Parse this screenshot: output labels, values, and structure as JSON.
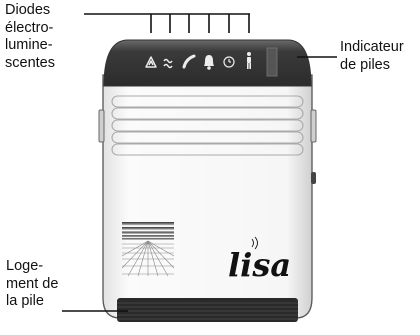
{
  "labels": {
    "diodes": "Diodes\nélectro-\nlumine-\nscentes",
    "indicateur": "Indicateur\nde piles",
    "logement": "Loge-\nment de\nla pile"
  },
  "device": {
    "logo": "lisa"
  },
  "icons": [
    "fire-icon",
    "waves-icon",
    "phone-icon",
    "bell-icon",
    "alarm-clock-icon",
    "person-icon"
  ]
}
